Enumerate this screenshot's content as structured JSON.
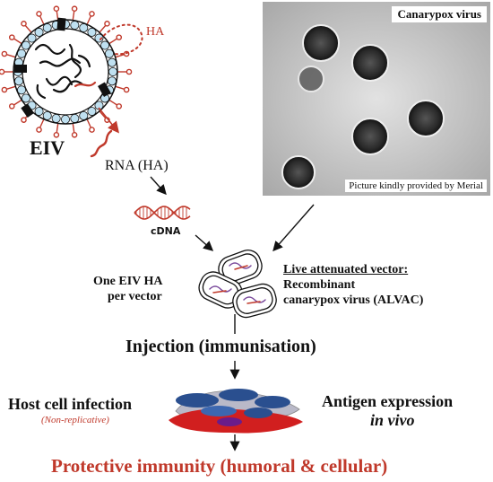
{
  "colors": {
    "virus_red": "#c0392b",
    "envelope_blue": "#bfe0f0",
    "final_red": "#c0392b",
    "cell_blue": "#2a4f8f",
    "cell_red": "#d11f1f"
  },
  "eiv_label": "EIV",
  "ha_label": "HA",
  "rna_label": "RNA (HA)",
  "cdna_label": "cDNA",
  "micrograph": {
    "title": "Canarypox virus",
    "credit": "Picture kindly provided by Merial"
  },
  "one_eiv": {
    "line1": "One EIV HA",
    "line2": "per vector"
  },
  "vector": {
    "heading": "Live attenuated vector:",
    "line2": "Recombinant",
    "line3": "canarypox virus (ALVAC)"
  },
  "injection": "Injection (immunisation)",
  "host": {
    "title": "Host cell infection",
    "subtitle": "(Non-replicative)"
  },
  "antigen": {
    "line1": "Antigen expression",
    "line2": "in vivo"
  },
  "outcome": "Protective immunity (humoral & cellular)"
}
